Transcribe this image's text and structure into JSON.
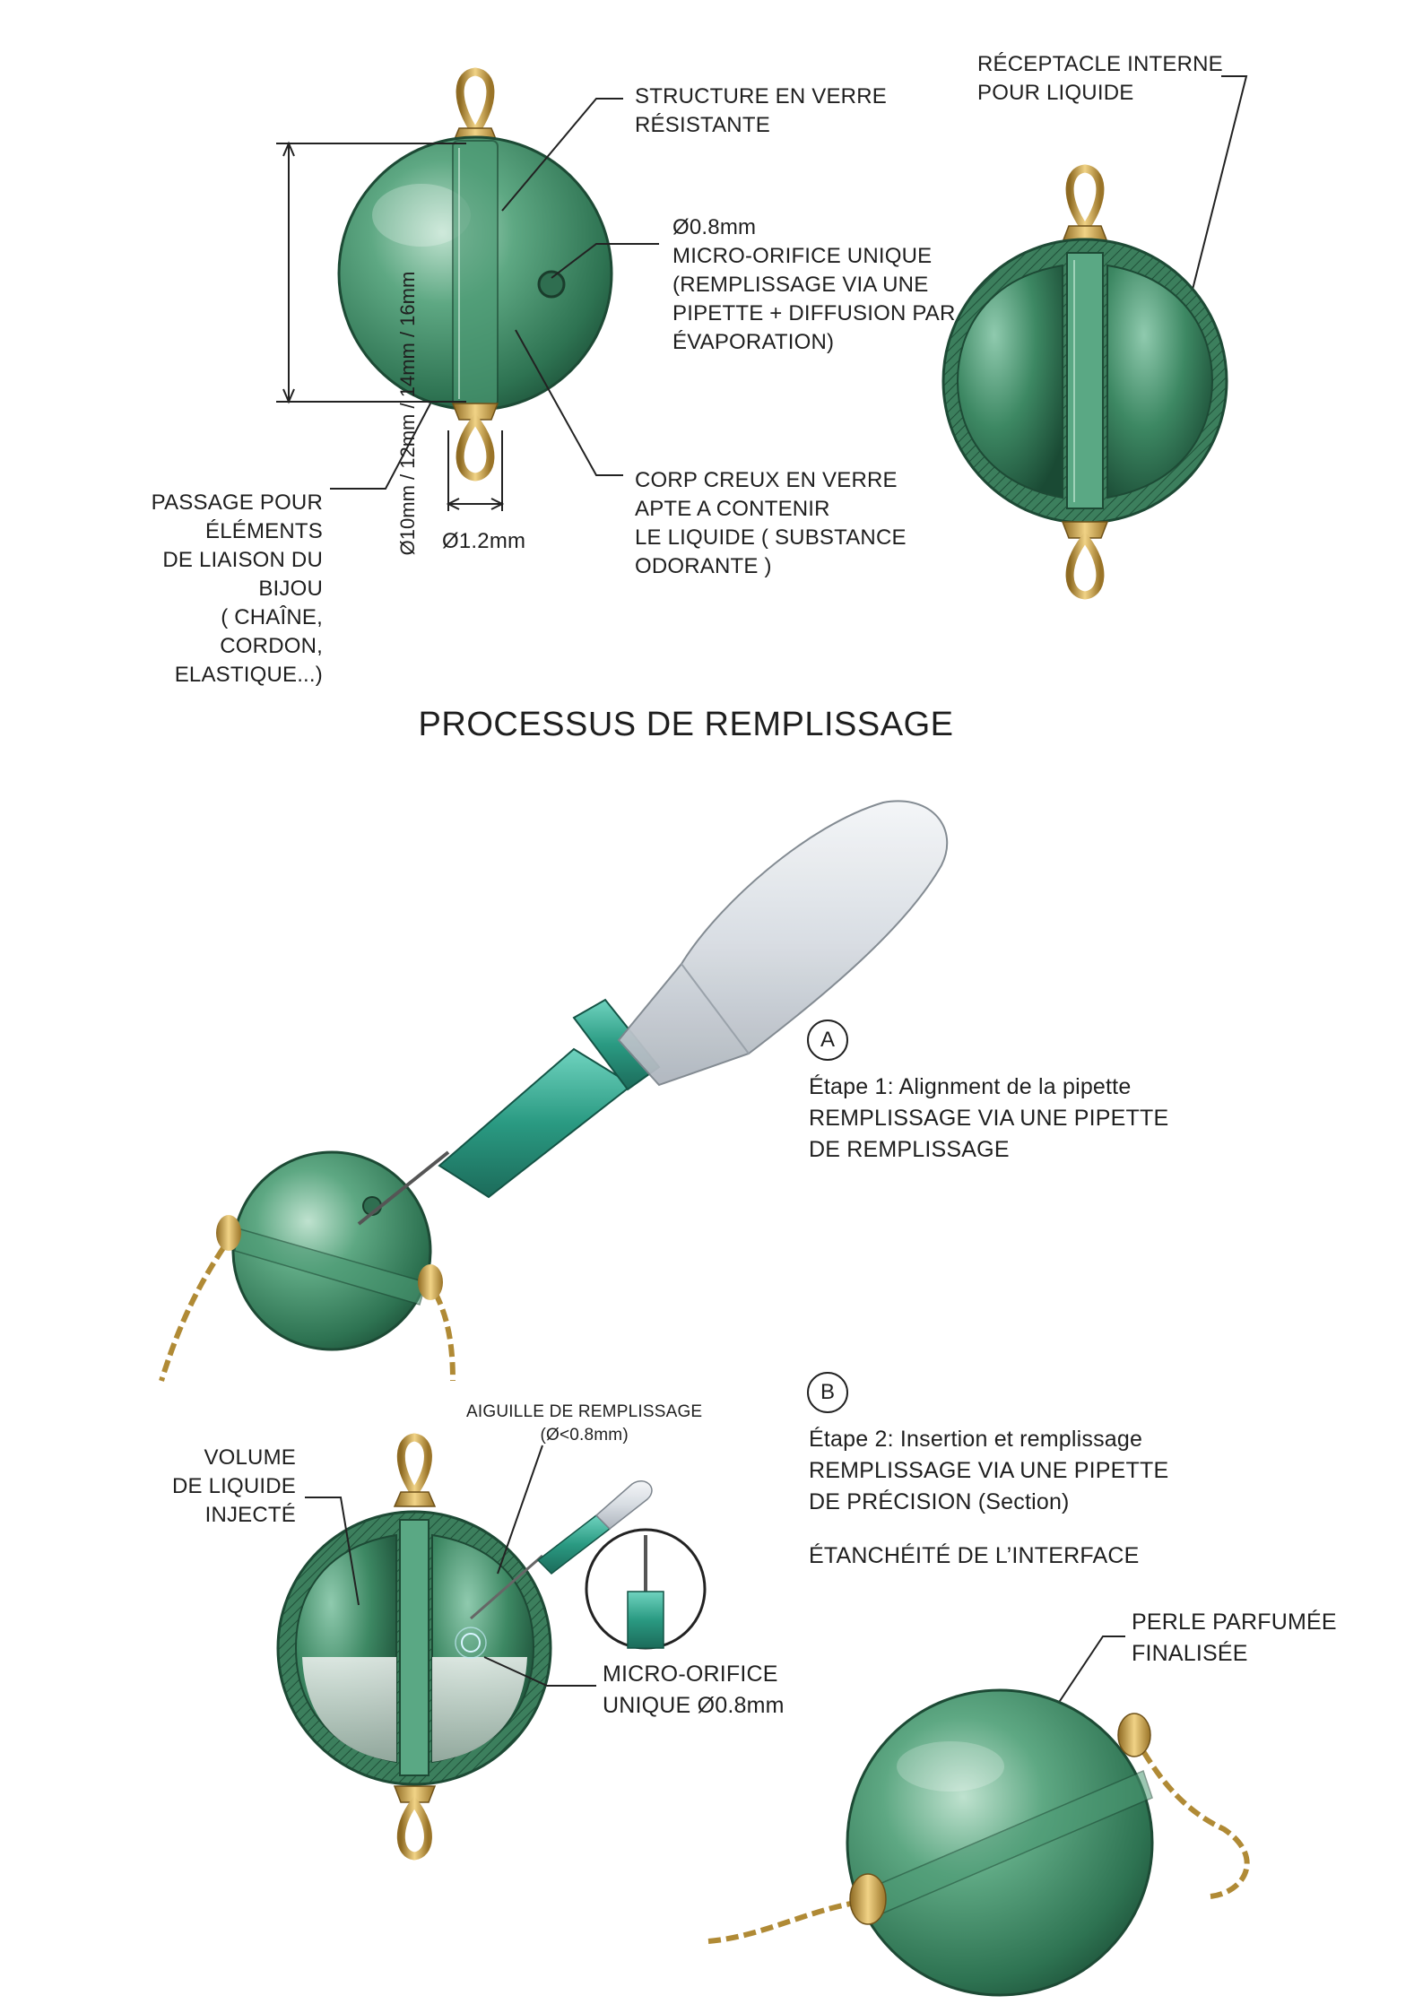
{
  "top_diagram": {
    "dimension_vertical": "Ø10mm / 12mm / 14mm / 16mm",
    "dimension_passage": "Ø1.2mm",
    "label_structure": "STRUCTURE EN VERRE\nRÉSISTANTE",
    "label_orifice": "Ø0.8mm\nMICRO-ORIFICE UNIQUE\n(REMPLISSAGE VIA UNE\nPIPETTE + DIFFUSION PAR\nÉVAPORATION)",
    "label_corps": "CORP CREUX EN VERRE\nAPTE A CONTENIR\nLE LIQUIDE ( SUBSTANCE\nODORANTE )",
    "label_passage": "PASSAGE POUR\nÉLÉMENTS\nDE LIAISON DU\nBIJOU\n( CHAÎNE, CORDON,\nELASTIQUE...)",
    "label_receptacle": "RÉCEPTACLE INTERNE\nPOUR LIQUIDE"
  },
  "process": {
    "title": "PROCESSUS DE REMPLISSAGE",
    "step_a": {
      "marker": "A",
      "text": "Étape 1: Alignment de la pipette\nREMPLISSAGE VIA UNE PIPETTE\nDE REMPLISSAGE"
    },
    "step_b": {
      "marker": "B",
      "text": "Étape 2: Insertion et remplissage\nREMPLISSAGE VIA UNE PIPETTE\nDE PRÉCISION (Section)",
      "text2": "ÉTANCHÉITÉ DE L’INTERFACE"
    },
    "label_aiguille": "AIGUILLE DE REMPLISSAGE\n(Ø<0.8mm)",
    "label_volume": "VOLUME\nDE LIQUIDE\nINJECTÉ",
    "label_micro": "MICRO-ORIFICE\nUNIQUE Ø0.8mm",
    "label_final": "PERLE PARFUMÉE\nFINALISÉE"
  },
  "colors": {
    "glass": "#3f8a66",
    "glass_dark": "#1f5a3e",
    "gold": "#c9a34a",
    "needle_hub": "#2fa08a"
  }
}
